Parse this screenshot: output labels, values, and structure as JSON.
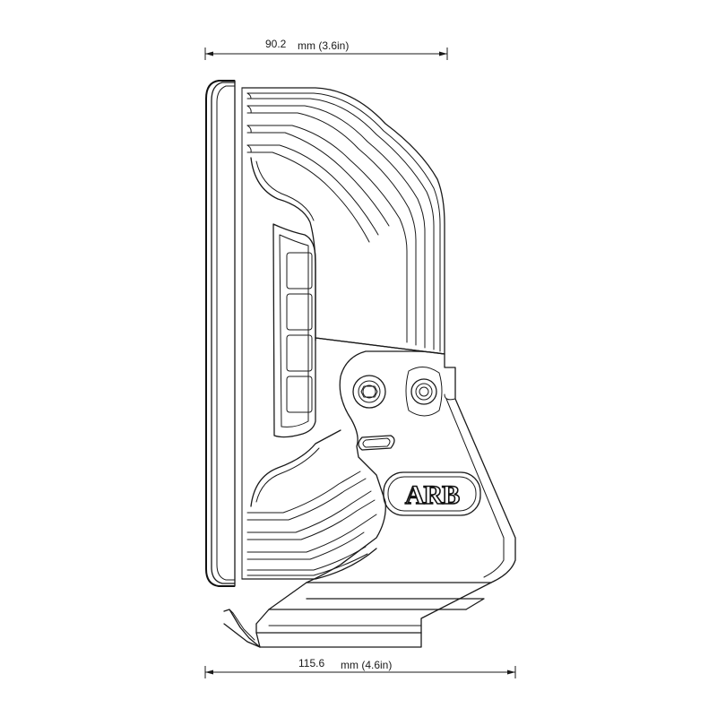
{
  "dimensions": {
    "top": {
      "value": "90.2",
      "unit": "mm (3.6in)"
    },
    "bottom": {
      "value": "115.6",
      "unit": "mm (4.6in)"
    }
  },
  "logo": {
    "text": "ARB"
  },
  "colors": {
    "line": "#1a1a1a",
    "background": "#ffffff"
  }
}
